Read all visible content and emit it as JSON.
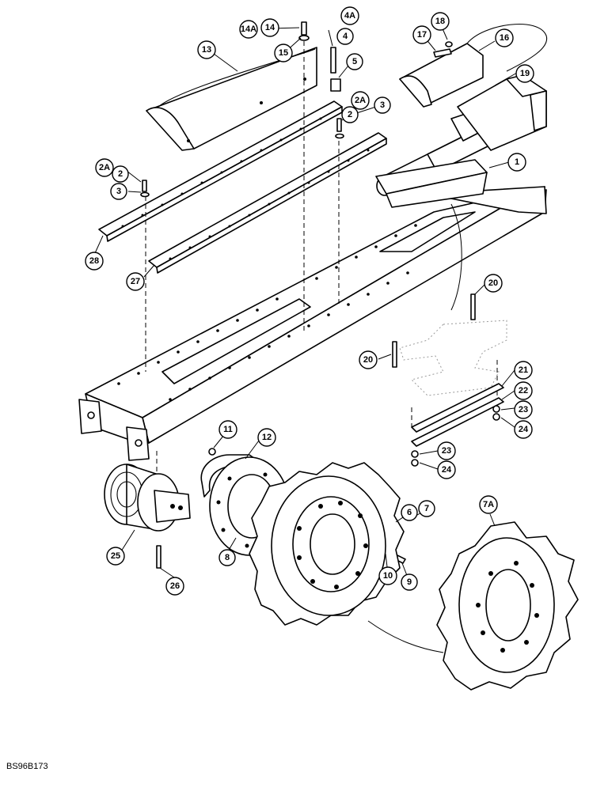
{
  "reference_code": "BS96B173",
  "callouts": [
    {
      "id": "p1",
      "label": "1"
    },
    {
      "id": "p2a",
      "label": "2"
    },
    {
      "id": "p2b",
      "label": "2"
    },
    {
      "id": "p2A_a",
      "label": "2A"
    },
    {
      "id": "p2A_b",
      "label": "2A"
    },
    {
      "id": "p3a",
      "label": "3"
    },
    {
      "id": "p3b",
      "label": "3"
    },
    {
      "id": "p4",
      "label": "4"
    },
    {
      "id": "p4A",
      "label": "4A"
    },
    {
      "id": "p5",
      "label": "5"
    },
    {
      "id": "p6",
      "label": "6"
    },
    {
      "id": "p7",
      "label": "7"
    },
    {
      "id": "p7A",
      "label": "7A"
    },
    {
      "id": "p8",
      "label": "8"
    },
    {
      "id": "p9",
      "label": "9"
    },
    {
      "id": "p10",
      "label": "10"
    },
    {
      "id": "p11",
      "label": "11"
    },
    {
      "id": "p12",
      "label": "12"
    },
    {
      "id": "p13",
      "label": "13"
    },
    {
      "id": "p14",
      "label": "14"
    },
    {
      "id": "p14A",
      "label": "14A"
    },
    {
      "id": "p15",
      "label": "15"
    },
    {
      "id": "p16",
      "label": "16"
    },
    {
      "id": "p17",
      "label": "17"
    },
    {
      "id": "p18",
      "label": "18"
    },
    {
      "id": "p19",
      "label": "19"
    },
    {
      "id": "p20a",
      "label": "20"
    },
    {
      "id": "p20b",
      "label": "20"
    },
    {
      "id": "p21",
      "label": "21"
    },
    {
      "id": "p22",
      "label": "22"
    },
    {
      "id": "p23a",
      "label": "23"
    },
    {
      "id": "p23b",
      "label": "23"
    },
    {
      "id": "p24a",
      "label": "24"
    },
    {
      "id": "p24b",
      "label": "24"
    },
    {
      "id": "p25",
      "label": "25"
    },
    {
      "id": "p26",
      "label": "26"
    },
    {
      "id": "p27",
      "label": "27"
    },
    {
      "id": "p28",
      "label": "28"
    }
  ]
}
